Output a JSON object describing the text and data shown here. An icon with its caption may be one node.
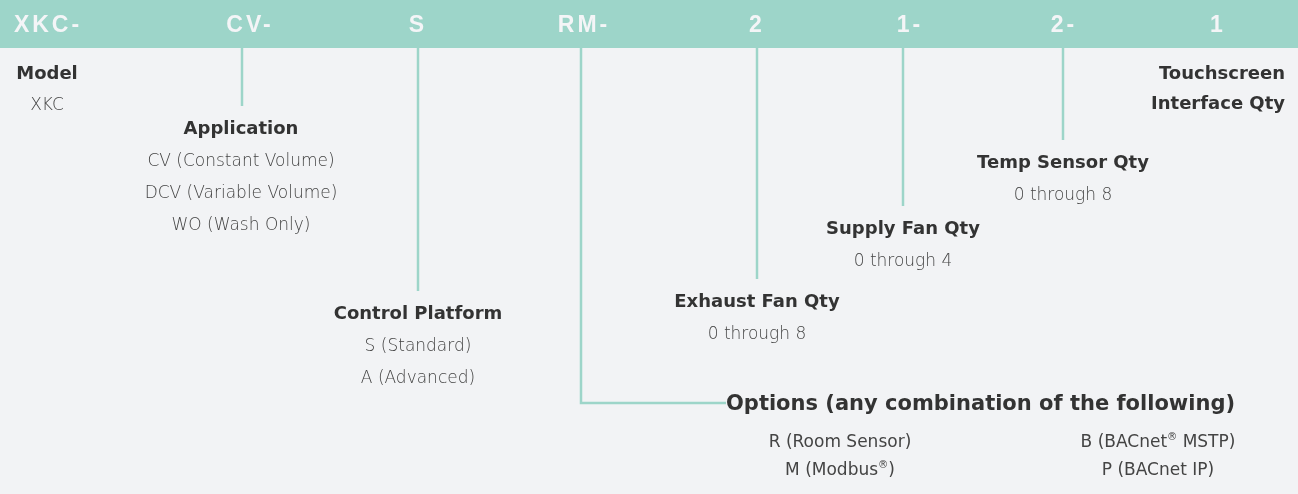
{
  "diagram": {
    "nodes": [
      {
        "text": [],
        "shape": "bar"
      },
      {
        "text": [
          "XKC-"
        ],
        "in": 0
      },
      {
        "text": [
          "CV-"
        ],
        "in": 0
      },
      {
        "text": [
          "S"
        ],
        "in": 0
      },
      {
        "text": [
          "RM-"
        ],
        "in": 0
      },
      {
        "text": [
          "2"
        ],
        "in": 0
      },
      {
        "text": [
          "1-"
        ],
        "in": 0
      },
      {
        "text": [
          "2-"
        ],
        "in": 0
      },
      {
        "text": [
          "1"
        ],
        "in": 0
      },
      {
        "text": [
          "Model",
          "XKC"
        ]
      },
      {
        "text": [
          "Application",
          "CV (Constant Volume)",
          "DCV (Variable Volume)",
          "WO (Wash Only)"
        ]
      },
      {
        "text": [
          "Control Platform",
          "S (Standard)",
          "A (Advanced)"
        ]
      },
      {
        "text": [
          "Options (any combination of the following)",
          "R (Room Sensor)",
          "B (BACnet$^{®}$ MSTP)",
          "M (Modbus$^{®}$)",
          "P (BACnet IP)"
        ]
      },
      {
        "text": [
          "Exhaust Fan Qty",
          "0 through 8"
        ]
      },
      {
        "text": [
          "Supply Fan Qty",
          "0 through 4"
        ]
      },
      {
        "text": [
          "Temp Sensor Qty",
          "0 through 8"
        ]
      },
      {
        "text": [
          "Touchscreen Interface Qty"
        ]
      }
    ],
    "edges": [
      {
        "from": 2,
        "to": 10,
        "arrow": "none"
      },
      {
        "from": 3,
        "to": 11,
        "arrow": "none"
      },
      {
        "from": 4,
        "to": 12,
        "arrow": "none"
      },
      {
        "from": 5,
        "to": 13,
        "arrow": "none"
      },
      {
        "from": 6,
        "to": 14,
        "arrow": "none"
      },
      {
        "from": 7,
        "to": 15,
        "arrow": "none"
      }
    ]
  }
}
